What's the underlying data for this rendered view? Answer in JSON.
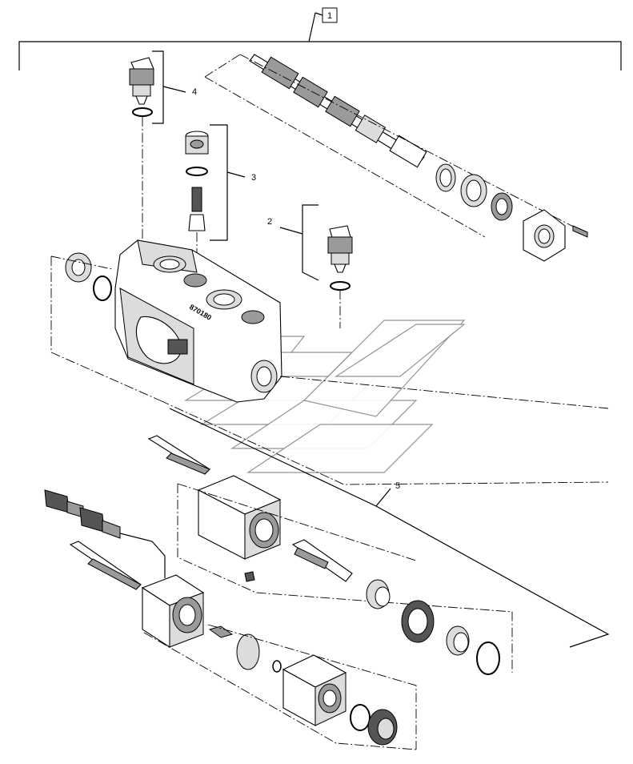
{
  "diagram": {
    "type": "exploded-parts-view",
    "callouts": {
      "c1": "1",
      "c2": "2",
      "c3": "3",
      "c4": "4",
      "c5": "5"
    },
    "body_marking": "870180"
  },
  "colors": {
    "line": "#000000",
    "shade_dark": "#555555",
    "shade_mid": "#9a9a9a",
    "shade_light": "#dcdcdc",
    "watermark": "#888888"
  }
}
